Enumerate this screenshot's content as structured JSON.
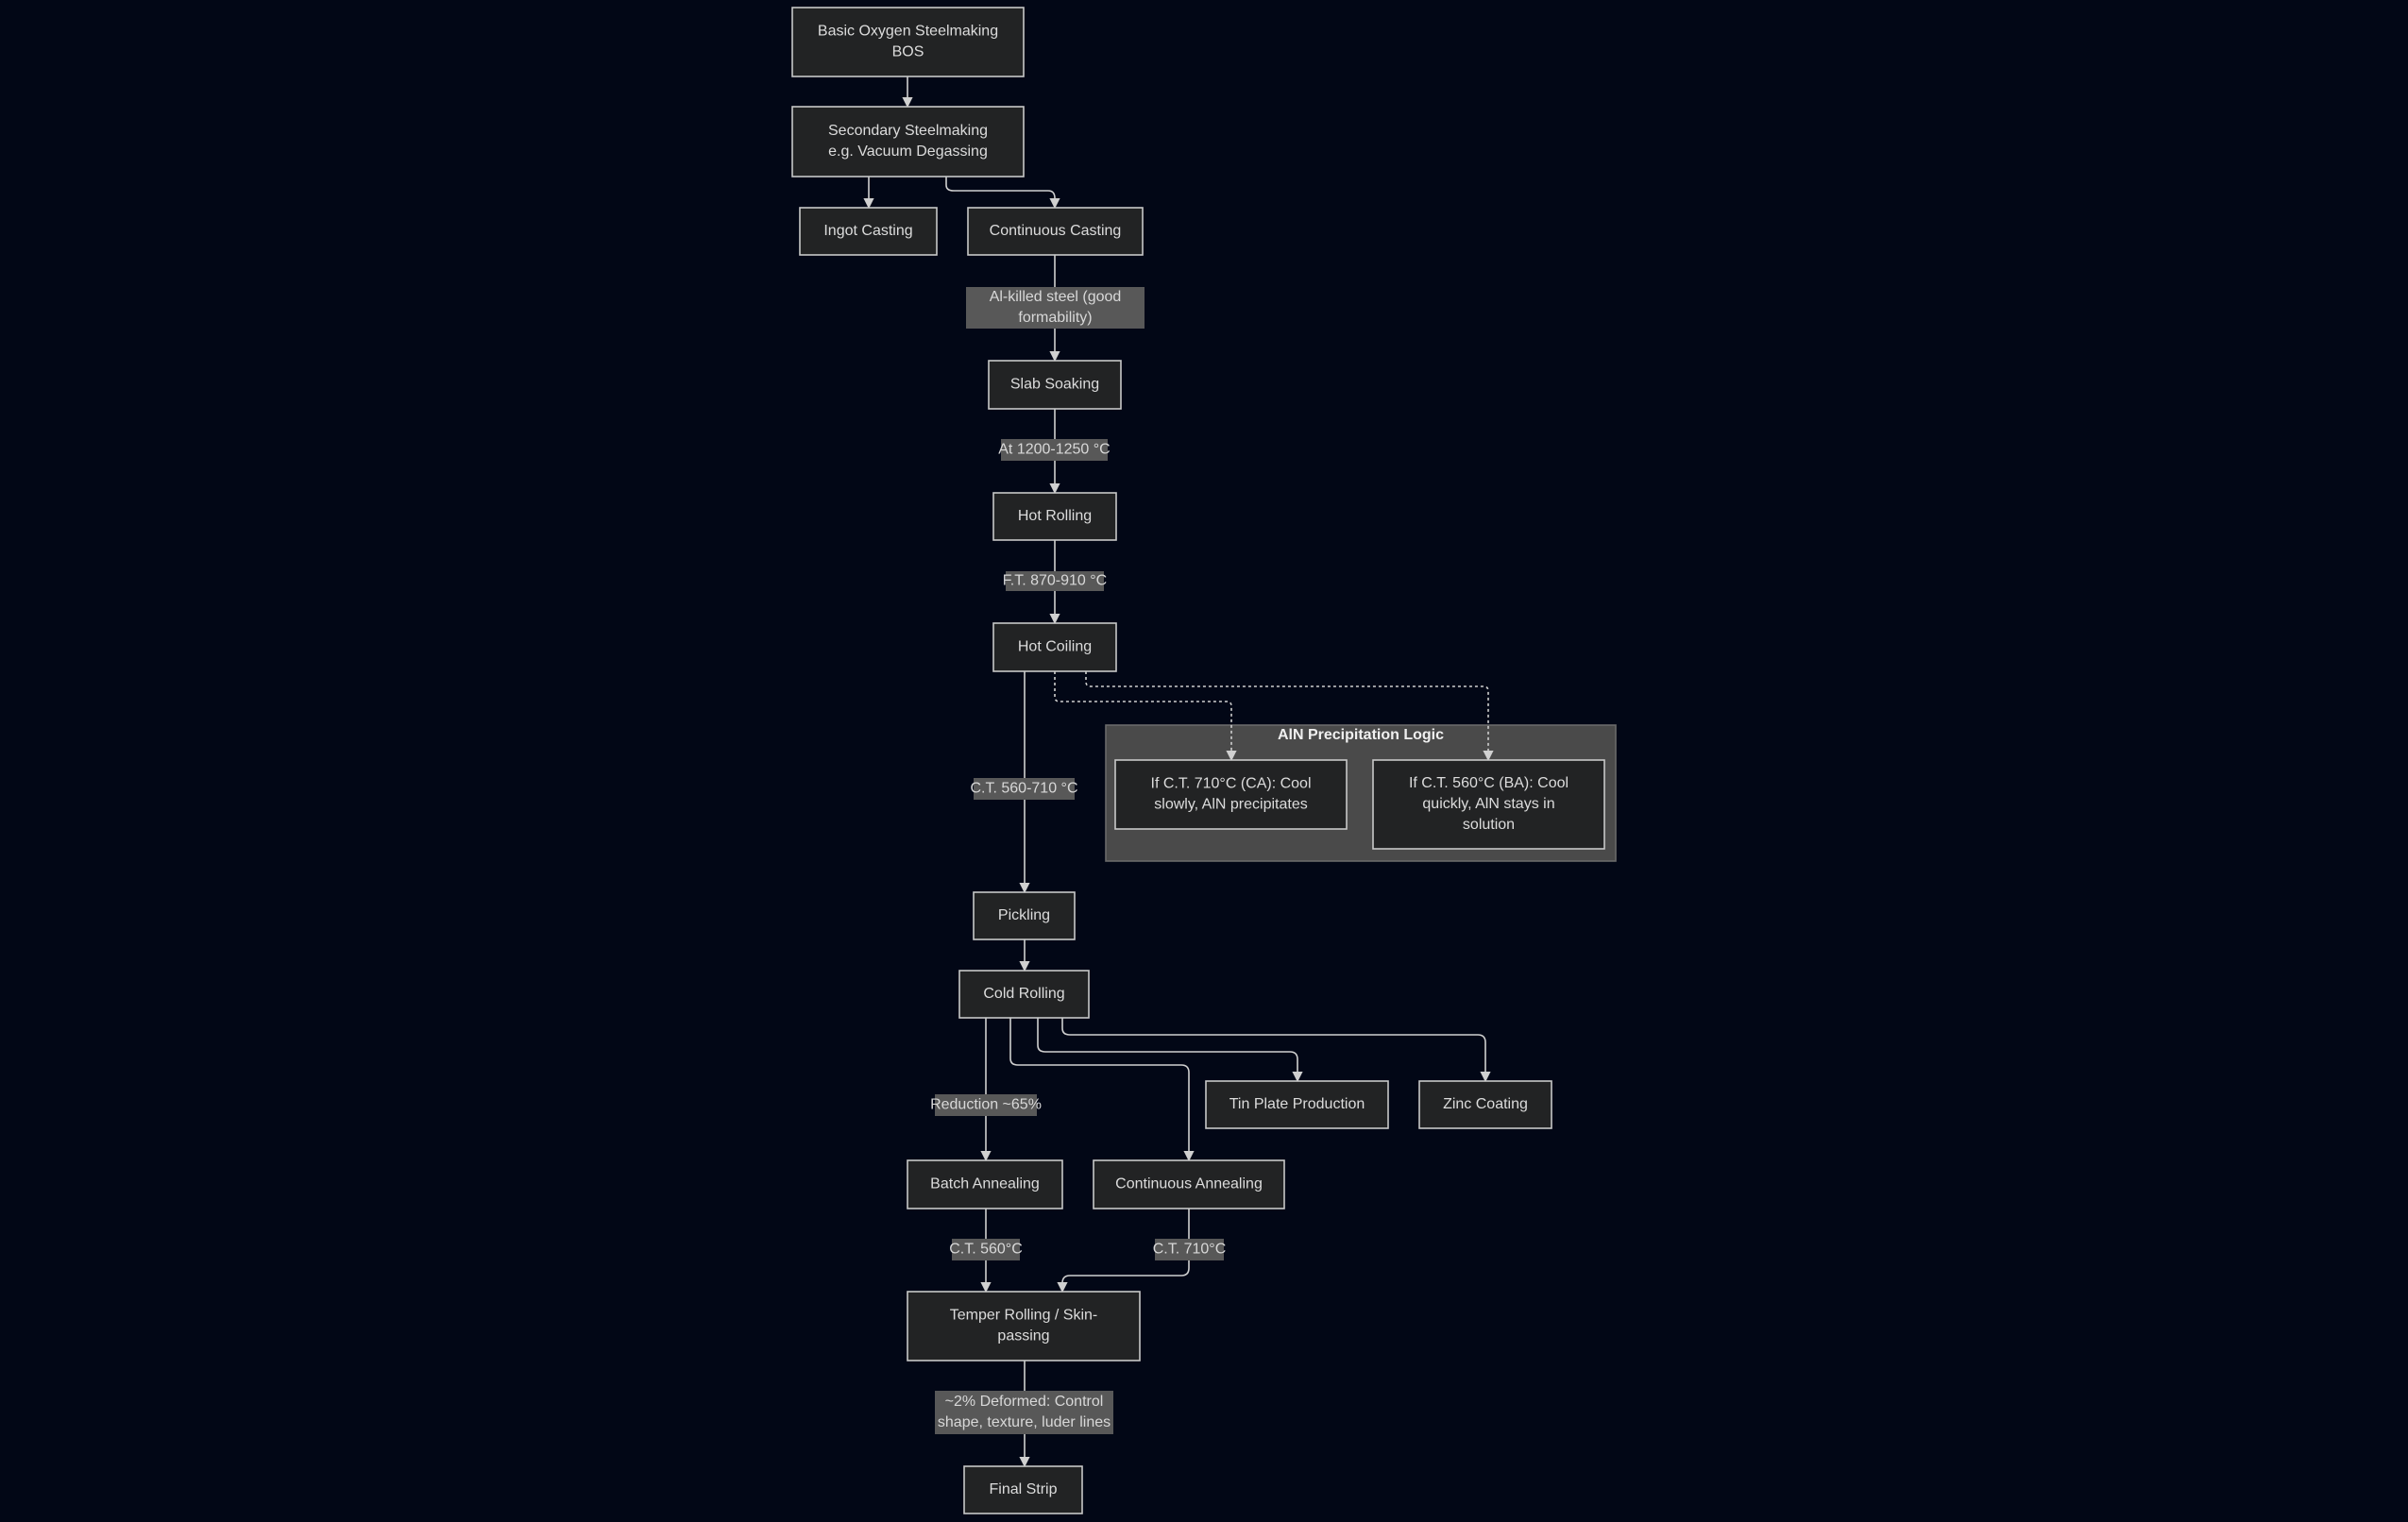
{
  "diagram": {
    "colors": {
      "background": "#020716",
      "node_fill": "#222324",
      "node_stroke": "#c8c8c8",
      "label_fill": "#585858",
      "cluster_fill": "#4a4a4a",
      "text": "#dcdcdc"
    },
    "cluster": {
      "title": "AlN Precipitation Logic"
    },
    "nodes": {
      "bos": {
        "lines": [
          "Basic Oxygen Steelmaking",
          "BOS"
        ]
      },
      "secondary": {
        "lines": [
          "Secondary Steelmaking",
          "e.g. Vacuum Degassing"
        ]
      },
      "ingot": {
        "lines": [
          "Ingot Casting"
        ]
      },
      "ccast": {
        "lines": [
          "Continuous Casting"
        ]
      },
      "slab": {
        "lines": [
          "Slab Soaking"
        ]
      },
      "hotroll": {
        "lines": [
          "Hot Rolling"
        ]
      },
      "hotcoil": {
        "lines": [
          "Hot Coiling"
        ]
      },
      "ca_logic": {
        "lines": [
          "If C.T. 710°C (CA): Cool",
          "slowly, AlN precipitates"
        ]
      },
      "ba_logic": {
        "lines": [
          "If C.T. 560°C (BA): Cool",
          "quickly, AlN stays in",
          "solution"
        ]
      },
      "pickling": {
        "lines": [
          "Pickling"
        ]
      },
      "coldroll": {
        "lines": [
          "Cold Rolling"
        ]
      },
      "tinplate": {
        "lines": [
          "Tin Plate Production"
        ]
      },
      "zinc": {
        "lines": [
          "Zinc Coating"
        ]
      },
      "batch": {
        "lines": [
          "Batch Annealing"
        ]
      },
      "canneal": {
        "lines": [
          "Continuous Annealing"
        ]
      },
      "temper": {
        "lines": [
          "Temper Rolling / Skin-",
          "passing"
        ]
      },
      "final": {
        "lines": [
          "Final Strip"
        ]
      }
    },
    "edge_labels": {
      "alkilled": {
        "lines": [
          "Al-killed steel (good",
          "formability)"
        ]
      },
      "soak_temp": {
        "lines": [
          "At 1200-1250 °C"
        ]
      },
      "ft": {
        "lines": [
          "F.T. 870-910 °C"
        ]
      },
      "ct": {
        "lines": [
          "C.T. 560-710 °C"
        ]
      },
      "reduction": {
        "lines": [
          "Reduction ~65%"
        ]
      },
      "ct560": {
        "lines": [
          "C.T. 560°C"
        ]
      },
      "ct710": {
        "lines": [
          "C.T. 710°C"
        ]
      },
      "deformed": {
        "lines": [
          "~2% Deformed: Control",
          "shape, texture, luder lines"
        ]
      }
    }
  }
}
